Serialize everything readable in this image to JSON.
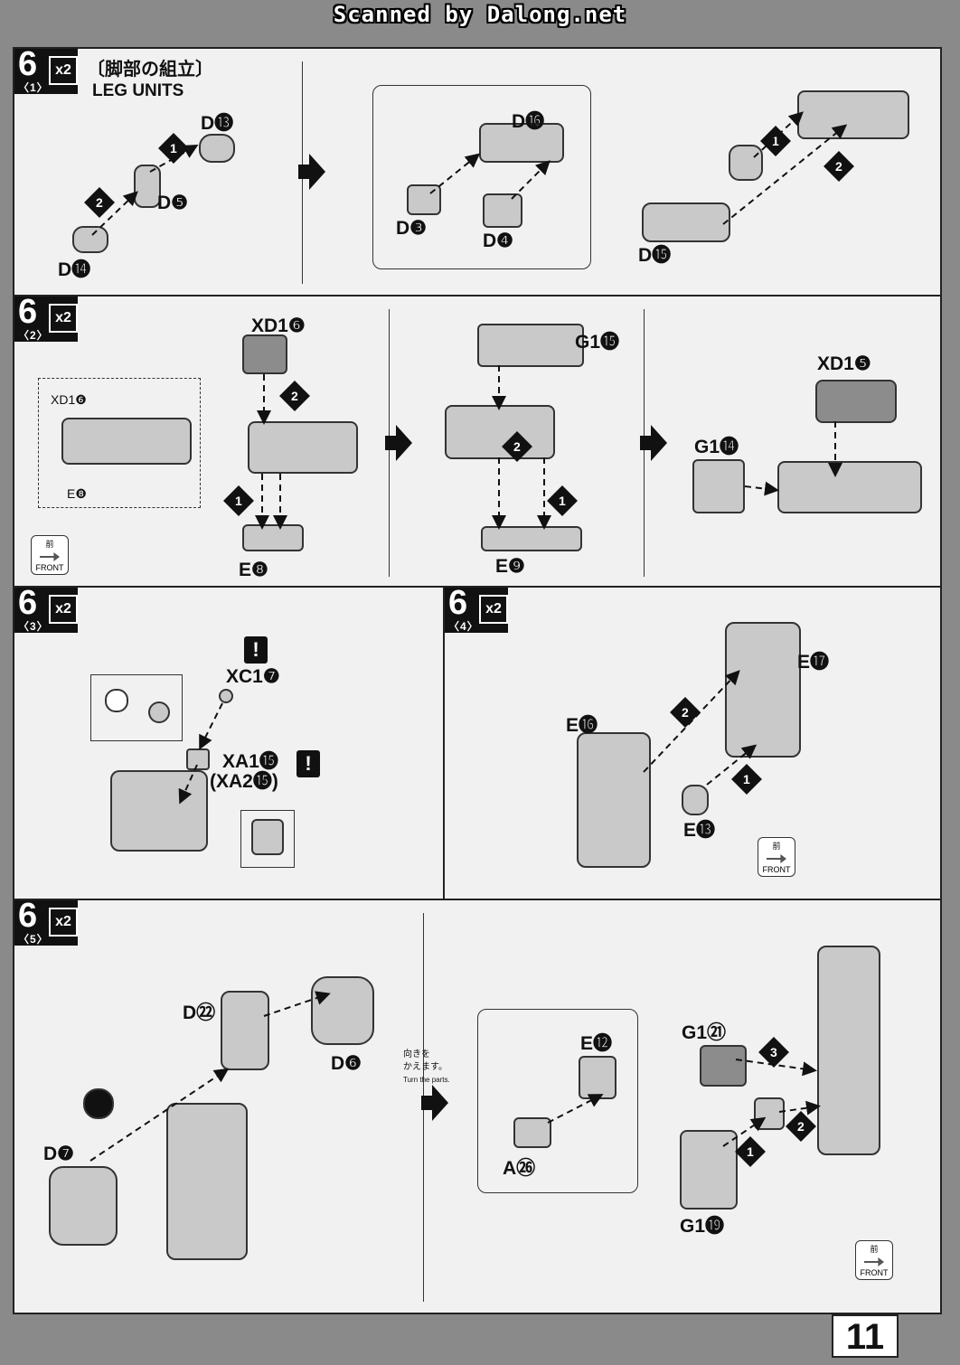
{
  "header": {
    "scan_credit": "Scanned by Dalong.net"
  },
  "page_number": "11",
  "front_badge": {
    "jp": "前",
    "en": "FRONT"
  },
  "turn_note": {
    "jp_line1": "向きを",
    "jp_line2": "かえます。",
    "en": "Turn the parts."
  },
  "steps": {
    "s1": {
      "number": "6",
      "multiplier": "x2",
      "sub": "〈1〉",
      "title_jp": "〔脚部の組立〕",
      "title_en": "LEG UNITS",
      "labels": {
        "d13": "D⓭",
        "d5": "D❺",
        "d14": "D⓮",
        "d16": "D⓰",
        "d3": "D❸",
        "d4": "D❹",
        "d15": "D⓯"
      },
      "order": {
        "a": "1",
        "b": "2"
      }
    },
    "s2": {
      "number": "6",
      "multiplier": "x2",
      "sub": "〈2〉",
      "labels": {
        "xd16_inset": "XD1❻",
        "e8_inset": "E❽",
        "xd16": "XD1❻",
        "e8": "E❽",
        "g115": "G1⓯",
        "e9": "E❾",
        "xd15": "XD1❺",
        "g114": "G1⓮"
      },
      "order": {
        "a": "1",
        "b": "2"
      }
    },
    "s3": {
      "number": "6",
      "multiplier": "x2",
      "sub": "〈3〉",
      "labels": {
        "xc17": "XC1❼",
        "xa115": "XA1⓯",
        "xa215": "(XA2⓯)"
      },
      "warn": "!"
    },
    "s4": {
      "number": "6",
      "multiplier": "x2",
      "sub": "〈4〉",
      "labels": {
        "e17": "E⓱",
        "e16": "E⓰",
        "e13": "E⓭"
      },
      "order": {
        "a": "1",
        "b": "2"
      }
    },
    "s5": {
      "number": "6",
      "multiplier": "x2",
      "sub": "〈5〉",
      "labels": {
        "d22": "D㉒",
        "d6": "D❻",
        "d7": "D❼",
        "e12": "E⓬",
        "a26": "A㉖",
        "g121": "G1㉑",
        "g119": "G1⓳"
      },
      "order": {
        "a": "1",
        "b": "2",
        "c": "3"
      }
    }
  }
}
